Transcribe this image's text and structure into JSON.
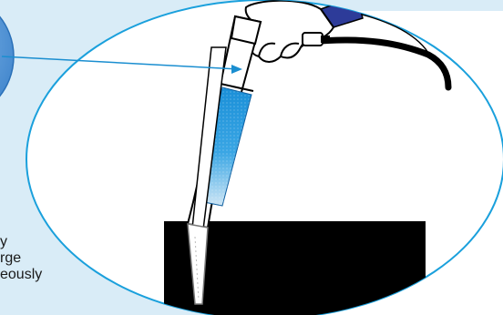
{
  "caption": {
    "lines": [
      "y",
      "rge",
      "eously"
    ]
  },
  "colors": {
    "panel": "#d9ecf7",
    "ellipse_stroke": "#1aa0dc",
    "ellipse_fill": "#ffffff",
    "pointer_line": "#1a8ed0",
    "inset_circle": "#4a8fd0",
    "liquid": "#1a8fd8",
    "tank": "#000000",
    "hand": "#ffffff",
    "sleeve": "#2d3b99"
  },
  "icons": {
    "tool": "evacuation-gun-icon",
    "hand": "hand-icon",
    "hose": "hose-icon",
    "tank": "tank-icon"
  }
}
